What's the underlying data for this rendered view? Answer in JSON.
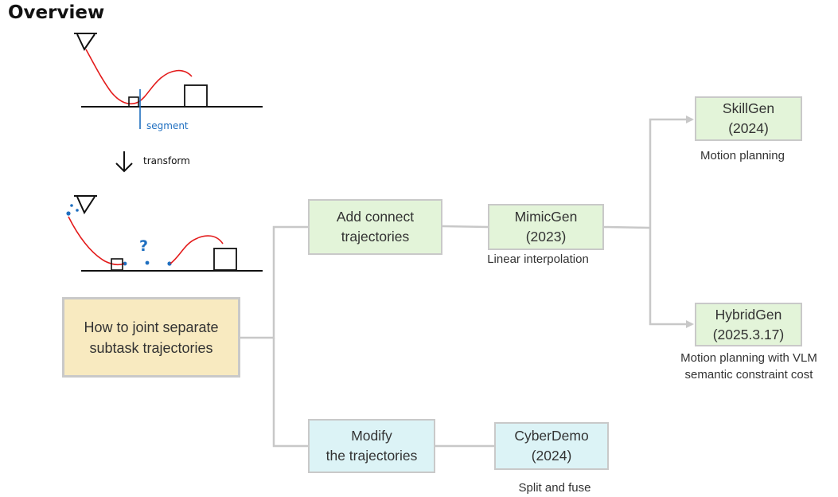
{
  "page": {
    "title": "Overview"
  },
  "sketch": {
    "segment_label": "segment",
    "transform_label": "transform",
    "question_mark": "?"
  },
  "root": {
    "label": "How to joint separate\nsubtask trajectories"
  },
  "branches": {
    "add": {
      "label": "Add connect\ntrajectories"
    },
    "modify": {
      "label": "Modify\nthe trajectories"
    }
  },
  "methods": {
    "mimicgen": {
      "label": "MimicGen\n(2023)",
      "note": "Linear interpolation"
    },
    "skillgen": {
      "label": "SkillGen\n(2024)",
      "note": "Motion planning"
    },
    "hybridgen": {
      "label": "HybridGen\n(2025.3.17)",
      "note": "Motion planning with VLM\nsemantic constraint cost"
    },
    "cyberdemo": {
      "label": "CyberDemo\n(2024)",
      "note": "Split and fuse"
    }
  },
  "colors": {
    "trajectory": "#e31b1b",
    "segment": "#1f6fc0",
    "connector": "#c8c8c8",
    "green_box": "#e3f4d9",
    "cyan_box": "#dcf3f6",
    "yellow_box": "#f8eac0"
  }
}
